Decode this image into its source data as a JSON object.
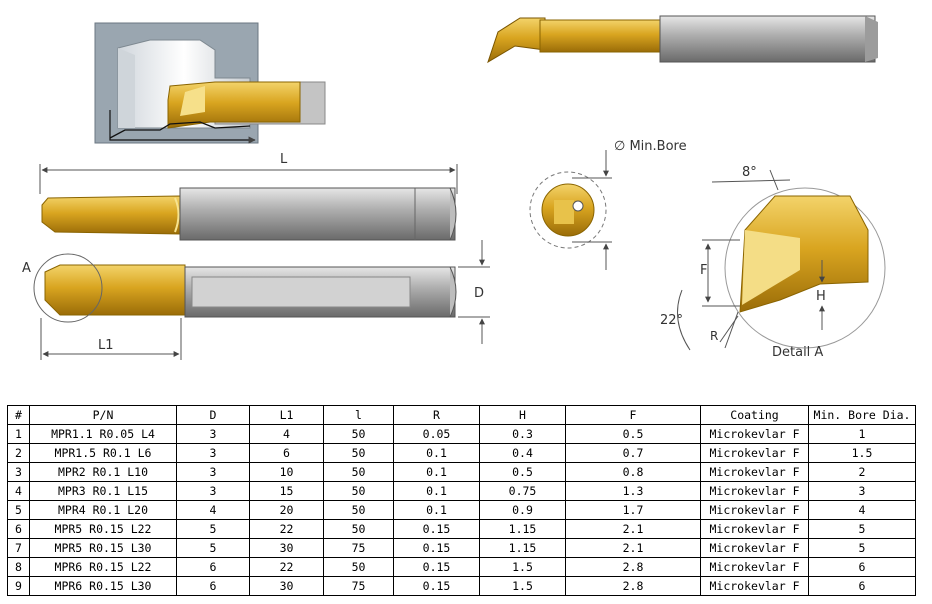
{
  "drawing": {
    "label_L": "L",
    "label_L1": "L1",
    "label_A": "A",
    "label_D": "D",
    "label_min_bore": "∅ Min.Bore",
    "label_8deg": "8°",
    "label_F": "F",
    "label_H": "H",
    "label_22deg": "22°",
    "label_R": "R",
    "label_detail": "Detail A"
  },
  "table": {
    "headers": [
      "#",
      "P/N",
      "D",
      "L1",
      "l",
      "R",
      "H",
      "F",
      "Coating",
      "Min. Bore Dia."
    ],
    "rows": [
      [
        "1",
        "MPR1.1 R0.05 L4",
        "3",
        "4",
        "50",
        "0.05",
        "0.3",
        "0.5",
        "Microkevlar F",
        "1"
      ],
      [
        "2",
        "MPR1.5 R0.1 L6",
        "3",
        "6",
        "50",
        "0.1",
        "0.4",
        "0.7",
        "Microkevlar F",
        "1.5"
      ],
      [
        "3",
        "MPR2 R0.1 L10",
        "3",
        "10",
        "50",
        "0.1",
        "0.5",
        "0.8",
        "Microkevlar F",
        "2"
      ],
      [
        "4",
        "MPR3 R0.1 L15",
        "3",
        "15",
        "50",
        "0.1",
        "0.75",
        "1.3",
        "Microkevlar F",
        "3"
      ],
      [
        "5",
        "MPR4 R0.1 L20",
        "4",
        "20",
        "50",
        "0.1",
        "0.9",
        "1.7",
        "Microkevlar F",
        "4"
      ],
      [
        "6",
        "MPR5 R0.15 L22",
        "5",
        "22",
        "50",
        "0.15",
        "1.15",
        "2.1",
        "Microkevlar F",
        "5"
      ],
      [
        "7",
        "MPR5 R0.15 L30",
        "5",
        "30",
        "75",
        "0.15",
        "1.15",
        "2.1",
        "Microkevlar F",
        "5"
      ],
      [
        "8",
        "MPR6 R0.15 L22",
        "6",
        "22",
        "50",
        "0.15",
        "1.5",
        "2.8",
        "Microkevlar F",
        "6"
      ],
      [
        "9",
        "MPR6 R0.15 L30",
        "6",
        "30",
        "75",
        "0.15",
        "1.5",
        "2.8",
        "Microkevlar F",
        "6"
      ]
    ]
  }
}
